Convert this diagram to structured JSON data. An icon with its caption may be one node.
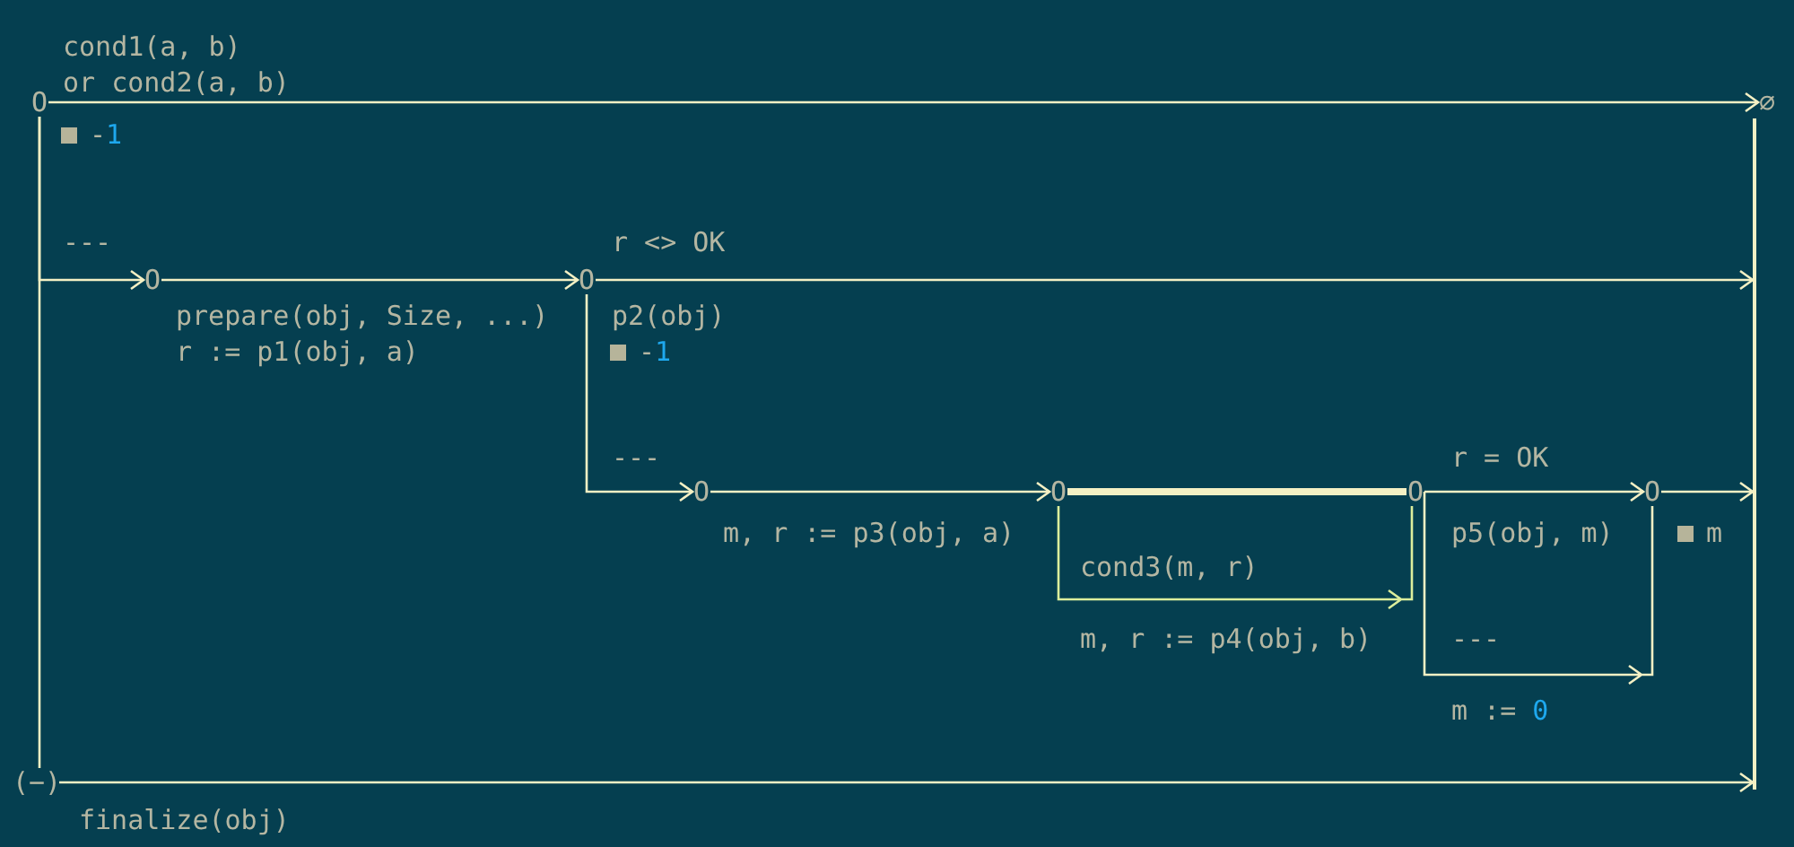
{
  "diagram": {
    "nodes": [
      {
        "text": [
          "O"
        ]
      },
      {
        "text": [
          "∅"
        ]
      },
      {
        "text": [
          "O"
        ]
      },
      {
        "text": [
          "O"
        ]
      },
      {
        "text": [
          "O"
        ]
      },
      {
        "text": [
          "O"
        ]
      },
      {
        "text": [
          "O"
        ]
      },
      {
        "text": [
          "O"
        ]
      },
      {
        "text": [
          "(−)"
        ]
      },
      {
        "text": [],
        "shape": "bar"
      }
    ],
    "edges": [
      {
        "from": 0,
        "to": 1,
        "arrow": "to"
      },
      {
        "from": 0,
        "to": 8,
        "arrow": "none"
      },
      {
        "from": 0,
        "to": 2,
        "arrow": "to"
      },
      {
        "from": 2,
        "to": 3,
        "arrow": "to"
      },
      {
        "from": 3,
        "to": 9,
        "arrow": "to"
      },
      {
        "from": 3,
        "to": 4,
        "arrow": "to"
      },
      {
        "from": 4,
        "to": 5,
        "arrow": "to"
      },
      {
        "from": 5,
        "to": 6,
        "arrow": "none",
        "style": "thick"
      },
      {
        "from": 5,
        "to": 6,
        "arrow": "to",
        "color": "#dcee9c"
      },
      {
        "from": 6,
        "to": 7,
        "arrow": "to"
      },
      {
        "from": 6,
        "to": 7,
        "arrow": "to"
      },
      {
        "from": 7,
        "to": 9,
        "arrow": "to"
      },
      {
        "from": 8,
        "to": 9,
        "arrow": "to"
      }
    ],
    "labels": [
      "cond1(a, b) or cond2(a, b)",
      "-1",
      "---",
      "r <> OK",
      "prepare(obj, Size, ...)",
      "p2(obj)",
      "r := p1(obj, a)",
      "-1",
      "---",
      "r = OK",
      "m, r := p3(obj, a)",
      "p5(obj, m)",
      "m",
      "cond3(m, r)",
      "m, r := p4(obj, b)",
      "---",
      "m := 0",
      "finalize(obj)"
    ]
  }
}
